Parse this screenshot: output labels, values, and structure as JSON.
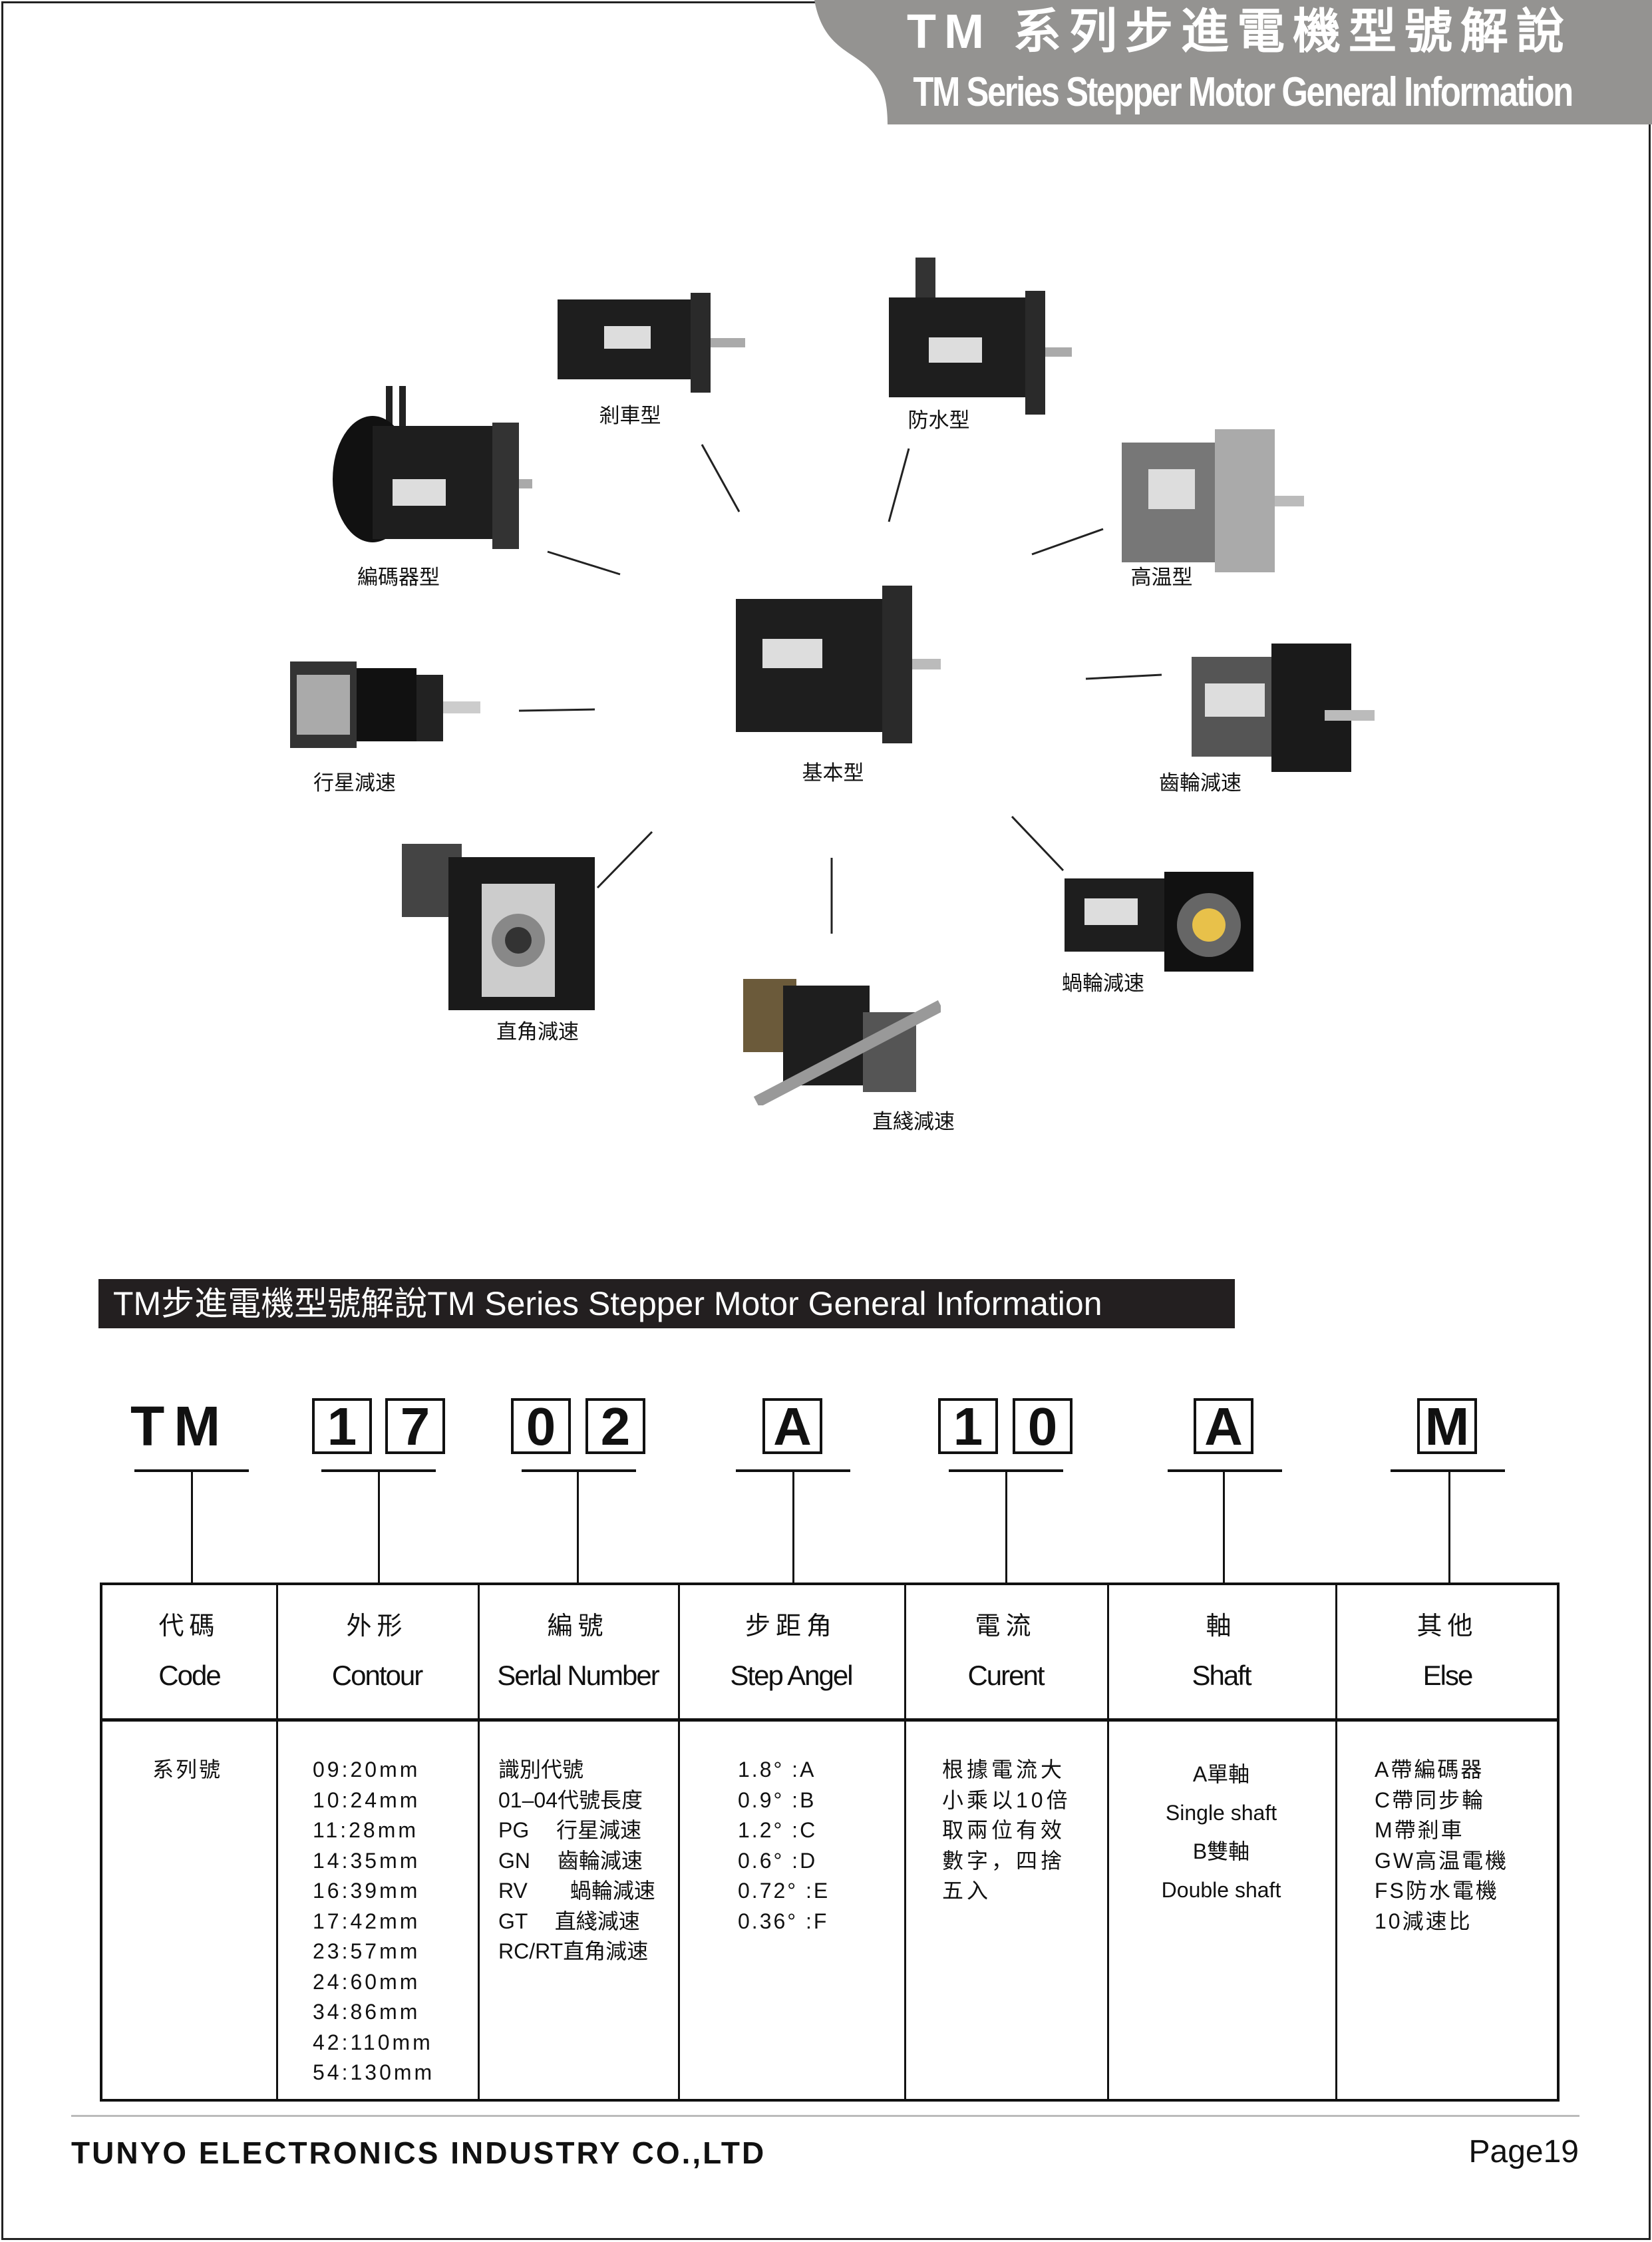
{
  "header": {
    "title_zh": "TM 系列步進電機型號解說",
    "title_en": "TM Series Stepper Motor General Information",
    "bg_color": "#949391"
  },
  "motors": [
    {
      "id": "brake",
      "label": "剎車型"
    },
    {
      "id": "waterproof",
      "label": "防水型"
    },
    {
      "id": "encoder",
      "label": "編碼器型"
    },
    {
      "id": "high-temp",
      "label": "高温型"
    },
    {
      "id": "planetary",
      "label": "行星減速"
    },
    {
      "id": "basic",
      "label": "基本型"
    },
    {
      "id": "gear",
      "label": "齒輪減速"
    },
    {
      "id": "right-angle",
      "label": "直角減速"
    },
    {
      "id": "worm",
      "label": "蝸輪減速"
    },
    {
      "id": "linear",
      "label": "直綫減速"
    }
  ],
  "banner": "TM步進電機型號解說TM Series Stepper Motor General Information",
  "code": {
    "prefix": "TM",
    "parts": [
      "1",
      "7",
      "0",
      "2",
      "A",
      "1",
      "0",
      "A",
      "M"
    ]
  },
  "table": {
    "headers": [
      {
        "zh": "代碼",
        "en": "Code"
      },
      {
        "zh": "外形",
        "en": "Contour"
      },
      {
        "zh": "編號",
        "en": "Serlal Number"
      },
      {
        "zh": "步距角",
        "en": "Step Angel"
      },
      {
        "zh": "電流",
        "en": "Curent"
      },
      {
        "zh": "軸",
        "en": "Shaft"
      },
      {
        "zh": "其他",
        "en": "Else"
      }
    ],
    "code": [
      "系列號"
    ],
    "contour": [
      "09:20mm",
      "10:24mm",
      "11:28mm",
      "14:35mm",
      "16:39mm",
      "17:42mm",
      "23:57mm",
      "24:60mm",
      "34:86mm",
      "42:110mm",
      "54:130mm"
    ],
    "serial": [
      "識別代號",
      "01–04代號長度",
      "PG　 行星減速",
      "GN　 齒輪減速",
      "RV　　蝸輪減速",
      "GT　 直綫減速",
      "RC/RT直角減速"
    ],
    "step": [
      "1.8° :A",
      "0.9° :B",
      "1.2° :C",
      "0.6° :D",
      "0.72° :E",
      "0.36° :F"
    ],
    "current": [
      "根據電流大",
      "小乘以10倍",
      "取兩位有效",
      "數字，四捨",
      "五入"
    ],
    "shaft": [
      "A單軸",
      "Single shaft",
      "B雙軸",
      "Double shaft"
    ],
    "else": [
      "A帶編碼器",
      "C帶同步輪",
      "M帶剎車",
      "GW高温電機",
      "FS防水電機",
      "10減速比"
    ]
  },
  "footer": {
    "company": "TUNYO ELECTRONICS INDUSTRY CO.,LTD",
    "page_label": "Page",
    "page_number": "19"
  }
}
